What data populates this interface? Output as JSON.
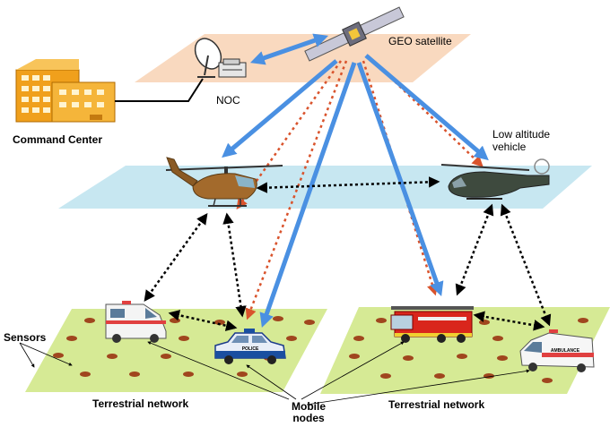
{
  "labels": {
    "geo_satellite": "GEO satellite",
    "noc": "NOC",
    "command_center": "Command Center",
    "low_altitude_line1": "Low  altitude",
    "low_altitude_line2": "vehicle",
    "sensors": "Sensors",
    "terrestrial_left": "Terrestrial network",
    "terrestrial_right": "Terrestrial network",
    "mobile_line1": "Mobile",
    "mobile_line2": "nodes",
    "police": "POLICE",
    "ambulance": "AMBULANCE"
  },
  "colors": {
    "satellite_plane": "#f9d9bf",
    "air_plane": "#c7e7f1",
    "ground_plane": "#d6ea95",
    "blue_link": "#4a90e2",
    "red_link": "#d9532c",
    "sensor_dot": "#a0461e",
    "building": "#f0a01c"
  }
}
